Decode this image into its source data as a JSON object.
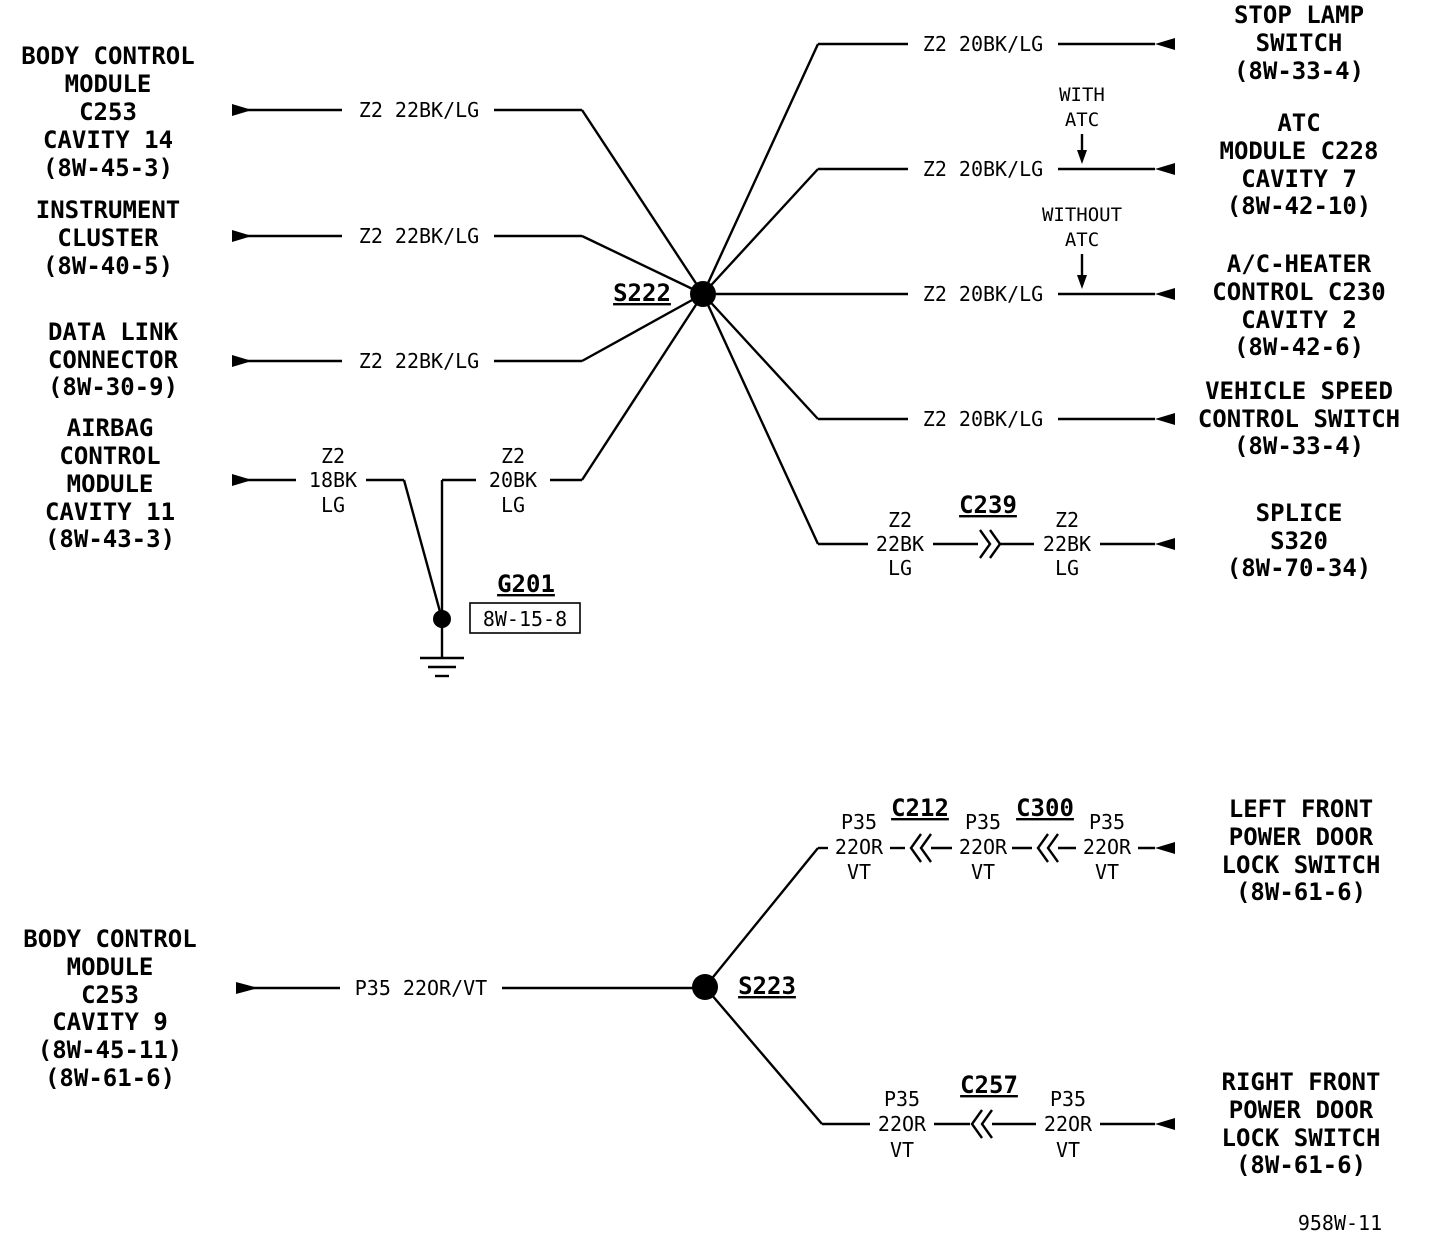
{
  "colors": {
    "ink": "#000000",
    "paper": "#ffffff"
  },
  "figure_id": "958W-11",
  "splices": {
    "s222": "S222",
    "s223": "S223"
  },
  "ground": {
    "label": "G201",
    "ref": "8W-15-8"
  },
  "connectors": {
    "c239": "C239",
    "c212": "C212",
    "c300": "C300",
    "c257": "C257"
  },
  "notes": {
    "with_atc": [
      "WITH",
      "ATC"
    ],
    "without_atc": [
      "WITHOUT",
      "ATC"
    ]
  },
  "left_components": {
    "bcm_top": [
      "BODY CONTROL",
      "MODULE",
      "C253",
      "CAVITY 14",
      "(8W-45-3)"
    ],
    "cluster": [
      "INSTRUMENT",
      "CLUSTER",
      "(8W-40-5)"
    ],
    "dlc": [
      "DATA LINK",
      "CONNECTOR",
      "(8W-30-9)"
    ],
    "airbag": [
      "AIRBAG",
      "CONTROL",
      "MODULE",
      "CAVITY 11",
      "(8W-43-3)"
    ],
    "bcm_bottom": [
      "BODY CONTROL",
      "MODULE",
      "C253",
      "CAVITY 9",
      "(8W-45-11)",
      "(8W-61-6)"
    ]
  },
  "right_components": {
    "stop_lamp": [
      "STOP LAMP",
      "SWITCH",
      "(8W-33-4)"
    ],
    "atc": [
      "ATC",
      "MODULE C228",
      "CAVITY 7",
      "(8W-42-10)"
    ],
    "ac_heater": [
      "A/C-HEATER",
      "CONTROL C230",
      "CAVITY 2",
      "(8W-42-6)"
    ],
    "vsc": [
      "VEHICLE SPEED",
      "CONTROL SWITCH",
      "(8W-33-4)"
    ],
    "splice_s320": [
      "SPLICE",
      "S320",
      "(8W-70-34)"
    ],
    "lf_door": [
      "LEFT FRONT",
      "POWER DOOR",
      "LOCK SWITCH",
      "(8W-61-6)"
    ],
    "rf_door": [
      "RIGHT FRONT",
      "POWER DOOR",
      "LOCK SWITCH",
      "(8W-61-6)"
    ]
  },
  "wires": {
    "z2_22": "Z2 22BK/LG",
    "z2_20": "Z2 20BK/LG",
    "p35": "P35 22OR/VT",
    "airbag_stack": [
      "Z2",
      "18BK",
      "LG"
    ],
    "s222_stack": [
      "Z2",
      "20BK",
      "LG"
    ],
    "z2_22_stack": [
      "Z2",
      "22BK",
      "LG"
    ],
    "p35_stack": [
      "P35",
      "22OR",
      "VT"
    ]
  }
}
